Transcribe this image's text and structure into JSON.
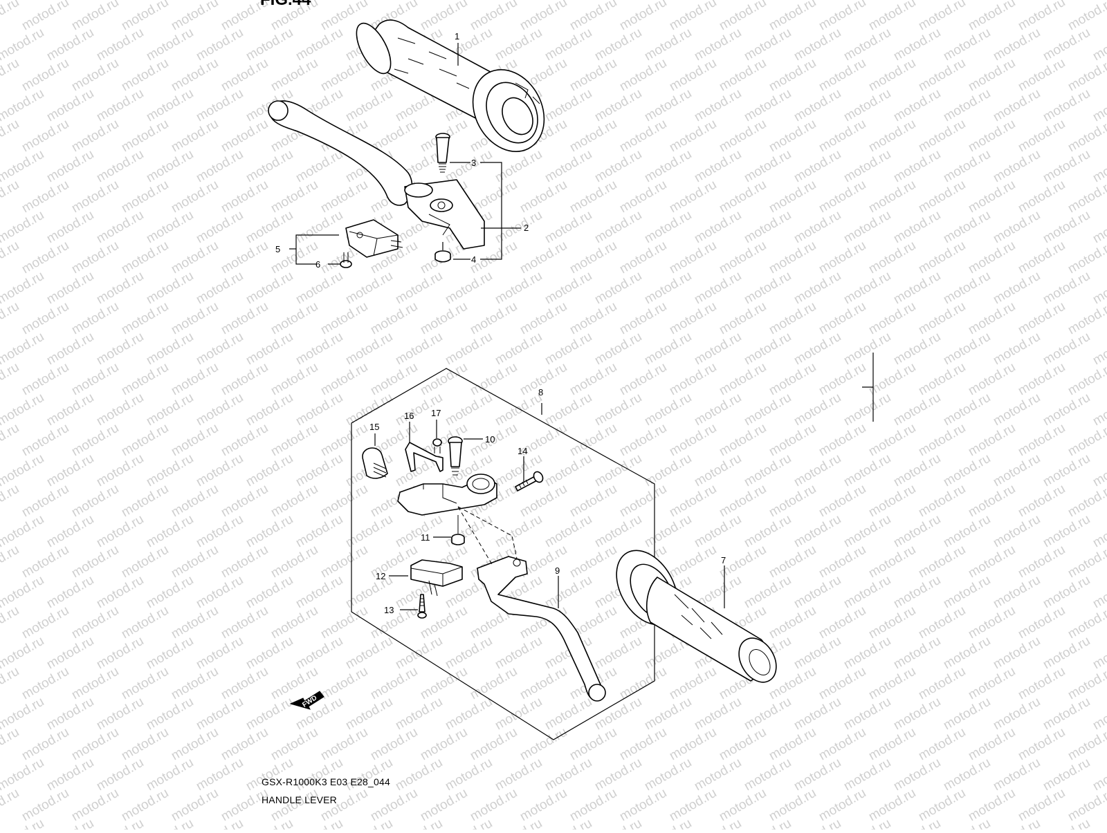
{
  "figure": {
    "title": "FIG.44",
    "model_code": "GSX-R1000K3 E03 E28_044",
    "name": "HANDLE LEVER",
    "fwd_label": "FWD"
  },
  "watermark": {
    "text": "motod.ru",
    "color": "#cfcfcf"
  },
  "callouts": [
    "1",
    "2",
    "3",
    "4",
    "5",
    "6",
    "7",
    "8",
    "9",
    "10",
    "11",
    "12",
    "13",
    "14",
    "15",
    "16",
    "17"
  ],
  "parts": [
    {
      "no": "1",
      "icon": "throttle-grip-icon"
    },
    {
      "no": "2",
      "icon": "brake-lever-holder-icon"
    },
    {
      "no": "3",
      "icon": "pivot-bolt-icon"
    },
    {
      "no": "4",
      "icon": "nut-icon"
    },
    {
      "no": "5",
      "icon": "brake-light-switch-icon"
    },
    {
      "no": "6",
      "icon": "screw-icon"
    },
    {
      "no": "7",
      "icon": "left-grip-icon"
    },
    {
      "no": "8",
      "icon": "clutch-lever-assy-frame-icon"
    },
    {
      "no": "9",
      "icon": "clutch-lever-icon"
    },
    {
      "no": "10",
      "icon": "pivot-bolt-icon"
    },
    {
      "no": "11",
      "icon": "nut-icon"
    },
    {
      "no": "12",
      "icon": "clutch-switch-icon"
    },
    {
      "no": "13",
      "icon": "screw-icon"
    },
    {
      "no": "14",
      "icon": "bolt-icon"
    },
    {
      "no": "15",
      "icon": "adjuster-icon"
    },
    {
      "no": "16",
      "icon": "spring-plate-icon"
    },
    {
      "no": "17",
      "icon": "screw-icon"
    }
  ]
}
